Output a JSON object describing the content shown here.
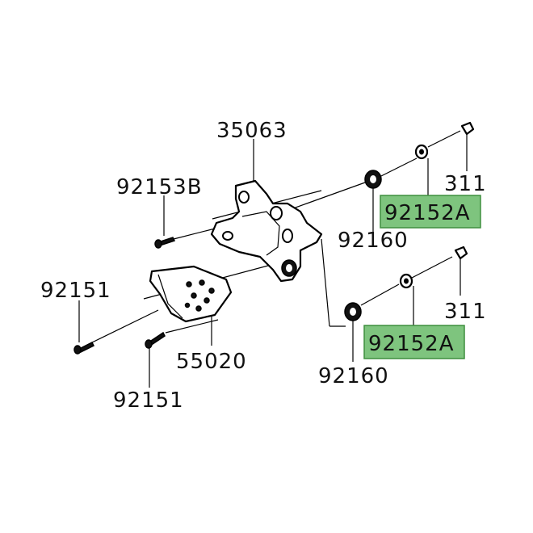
{
  "labels": {
    "bracket": "35063",
    "bolt_upper": "92153B",
    "nut_top": "311",
    "nut_bottom": "311",
    "collar_top_highlight": "92152A",
    "collar_bottom_highlight": "92152A",
    "damper_top": "92160",
    "damper_bottom": "92160",
    "screw_left": "92151",
    "screw_bottom": "92151",
    "guard_plate": "55020"
  },
  "colors": {
    "highlight_fill": "#7ec47e",
    "highlight_border": "#3f8f3f",
    "ink": "#111111",
    "background": "#ffffff"
  }
}
